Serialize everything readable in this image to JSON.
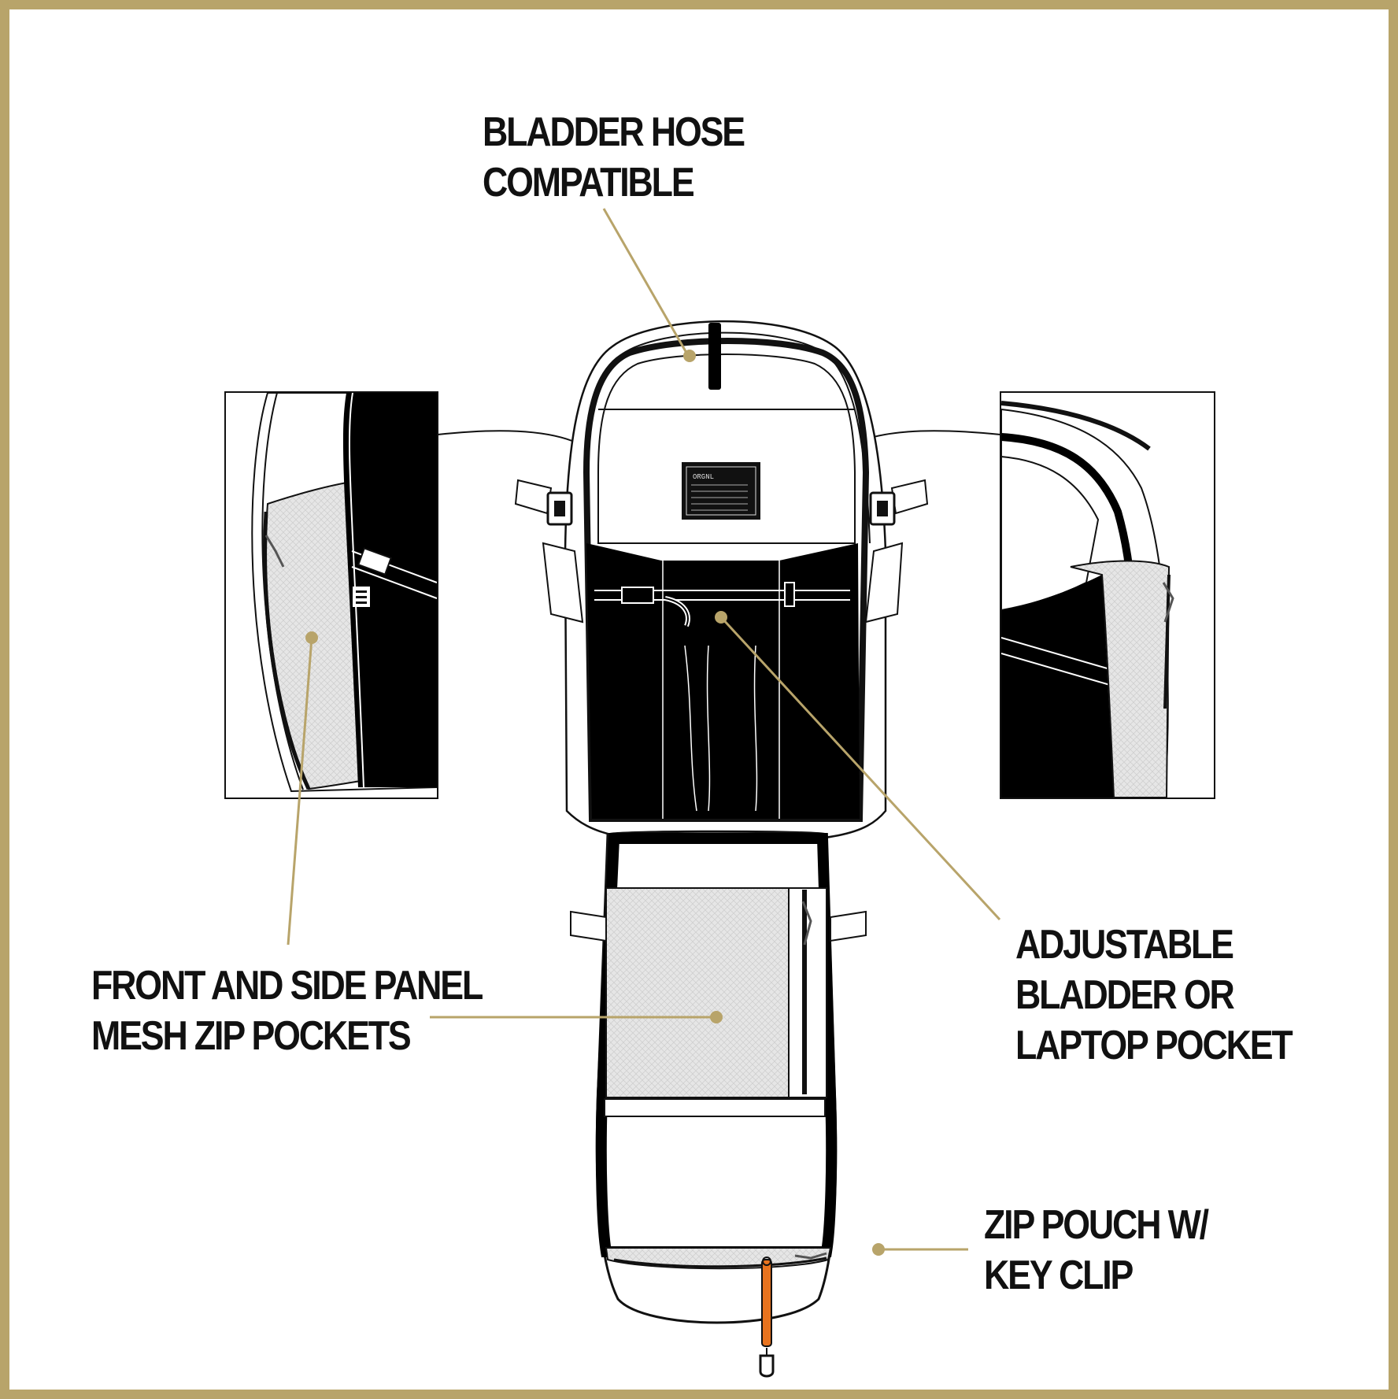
{
  "colors": {
    "accent": "#b8a46a",
    "ink": "#111111",
    "mesh": "#e6e6e6",
    "zip_tab": "#e8731e",
    "panel": "#000000"
  },
  "labels": {
    "bladder_hose": [
      "BLADDER HOSE",
      "COMPATIBLE"
    ],
    "mesh_pockets": [
      "FRONT AND SIDE PANEL",
      "MESH ZIP POCKETS"
    ],
    "adjustable_pocket": [
      "ADJUSTABLE",
      "BLADDER OR",
      "LAPTOP POCKET"
    ],
    "zip_pouch": [
      "ZIP POUCH W/",
      "KEY CLIP"
    ]
  },
  "brand_patch": {
    "logo_text": "ORGNL"
  },
  "icons": [
    "side-detail-left",
    "side-detail-right",
    "backpack-open-view",
    "key-clip-icon",
    "zip-pull-icon"
  ]
}
